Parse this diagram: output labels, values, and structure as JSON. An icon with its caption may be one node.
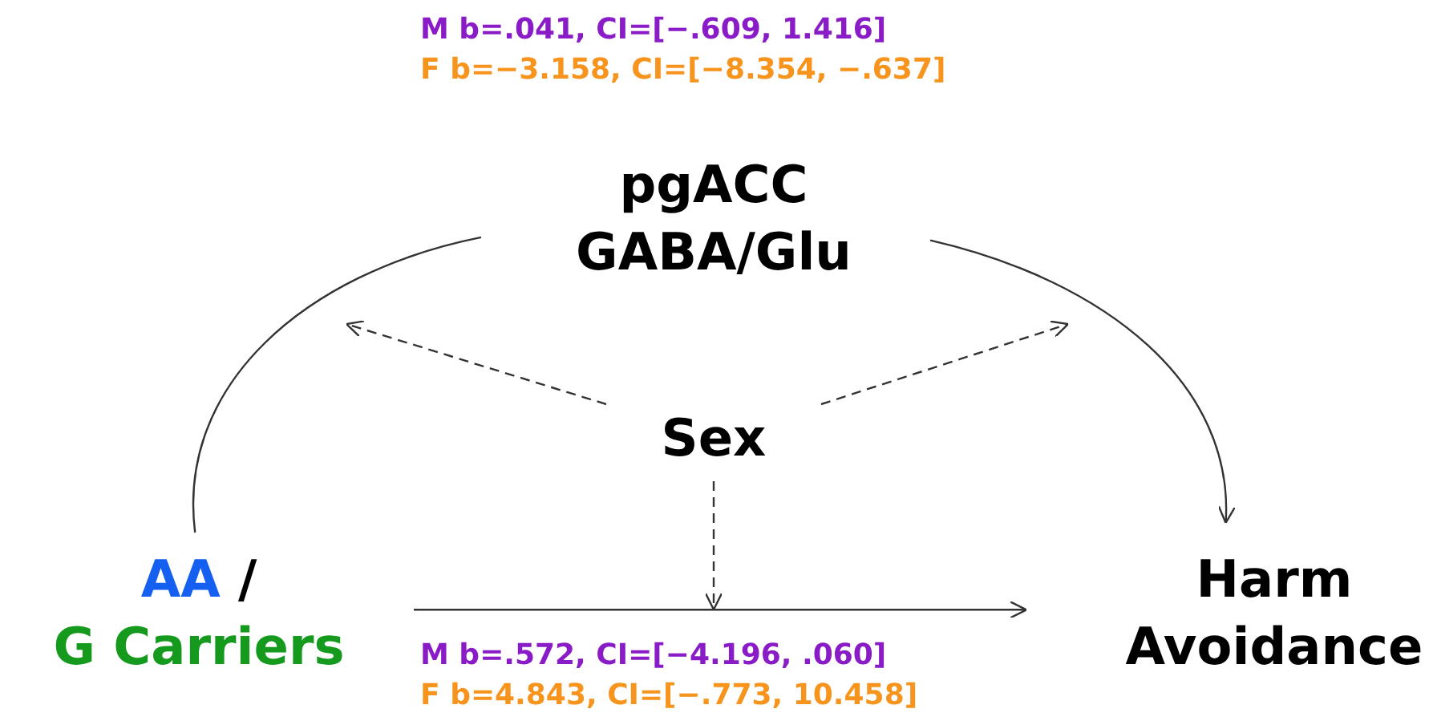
{
  "diagram": {
    "nodes": [
      {
        "text": [
          "pgACC GABA/Glu"
        ]
      },
      {
        "text": [
          "Sex"
        ]
      },
      {
        "text": [
          "AA / G Carriers"
        ]
      },
      {
        "text": [
          "Harm Avoidance"
        ]
      }
    ],
    "edges": [
      {
        "from": 2,
        "to": 0,
        "arrow": "none"
      },
      {
        "from": 0,
        "to": 3,
        "arrow": "to"
      },
      {
        "from": 2,
        "to": 3,
        "arrow": "to"
      },
      {
        "from": 1,
        "to": null,
        "arrow": "to",
        "style": "dashed"
      },
      {
        "from": 1,
        "to": null,
        "arrow": "to",
        "style": "dashed"
      },
      {
        "from": 1,
        "to": null,
        "arrow": "to",
        "style": "dashed"
      }
    ],
    "labels": [
      "M b=.041, CI=[−.609, 1.416]",
      "F b=−3.158, CI=[−8.354, −.637]",
      "M b=.572, CI=[−4.196, .060]",
      "F b=4.843, CI=[−.773, 10.458]"
    ]
  }
}
